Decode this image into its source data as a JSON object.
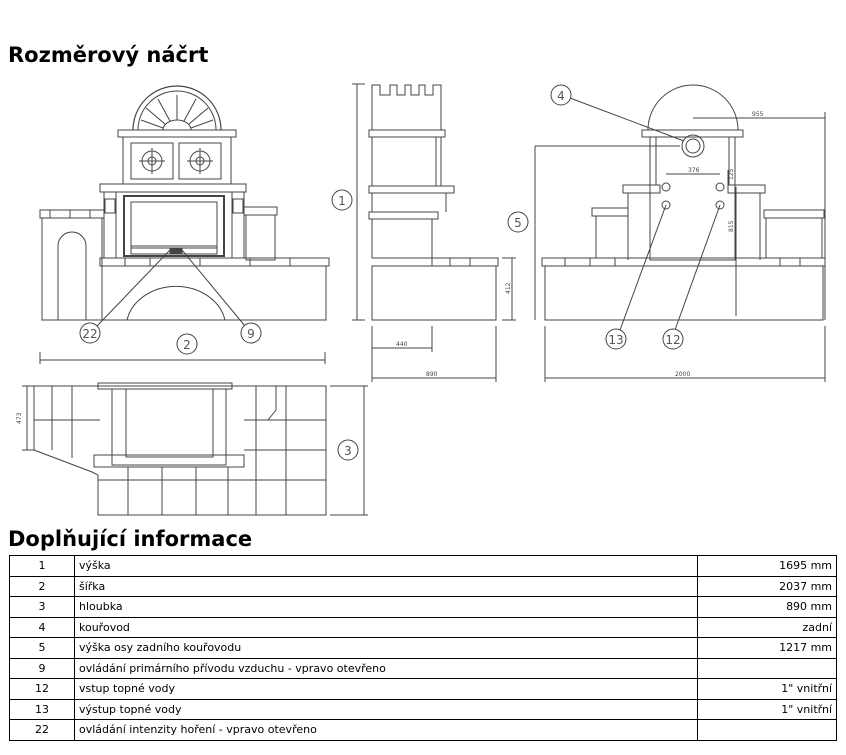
{
  "section_titles": {
    "sketch": "Rozměrový náčrt",
    "info": "Doplňující informace"
  },
  "drawing": {
    "callouts": [
      "1",
      "2",
      "3",
      "4",
      "5",
      "9",
      "12",
      "13",
      "22"
    ],
    "dimensions": {
      "d955": "955",
      "d376": "376",
      "d125": "125",
      "d815": "815",
      "d412": "412",
      "d440": "440",
      "d890": "890",
      "d2000": "2000",
      "d473": "473"
    }
  },
  "table": {
    "rows": [
      {
        "num": "1",
        "label": "výška",
        "value": "1695 mm"
      },
      {
        "num": "2",
        "label": "šířka",
        "value": "2037 mm"
      },
      {
        "num": "3",
        "label": "hloubka",
        "value": "890 mm"
      },
      {
        "num": "4",
        "label": "kouřovod",
        "value": "zadní"
      },
      {
        "num": "5",
        "label": "výška osy zadního kouřovodu",
        "value": "1217 mm"
      },
      {
        "num": "9",
        "label": "ovládání primárního přívodu vzduchu - vpravo otevřeno",
        "value": ""
      },
      {
        "num": "12",
        "label": "vstup topné vody",
        "value": "1\" vnitřní"
      },
      {
        "num": "13",
        "label": "výstup topné vody",
        "value": "1\" vnitřní"
      },
      {
        "num": "22",
        "label": "ovládání intenzity hoření - vpravo otevřeno",
        "value": ""
      }
    ]
  }
}
